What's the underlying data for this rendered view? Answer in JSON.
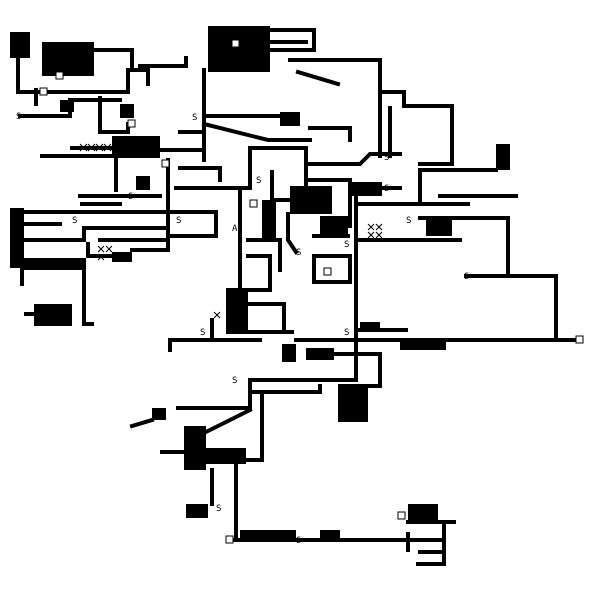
{
  "title": "",
  "colors": {
    "background": "#ffffff",
    "ink": "#000000"
  },
  "glyphs": {
    "start": "S",
    "terminal": "⊡",
    "hazard": "×"
  },
  "markers": [
    {
      "name": "marker-s-1",
      "glyph": "S"
    },
    {
      "name": "marker-s-2",
      "glyph": "S"
    },
    {
      "name": "marker-s-3",
      "glyph": "S"
    },
    {
      "name": "marker-s-4",
      "glyph": "S"
    },
    {
      "name": "marker-s-5",
      "glyph": "S"
    },
    {
      "name": "marker-s-6",
      "glyph": "S"
    },
    {
      "name": "marker-s-7",
      "glyph": "S"
    },
    {
      "name": "marker-s-8",
      "glyph": "S"
    },
    {
      "name": "marker-s-9",
      "glyph": "S"
    },
    {
      "name": "marker-s-10",
      "glyph": "S"
    },
    {
      "name": "marker-s-11",
      "glyph": "S"
    },
    {
      "name": "marker-s-12",
      "glyph": "S"
    },
    {
      "name": "marker-s-13",
      "glyph": "S"
    },
    {
      "name": "marker-s-14",
      "glyph": "S"
    },
    {
      "name": "marker-s-15",
      "glyph": "S"
    },
    {
      "name": "marker-s-16",
      "glyph": "S"
    },
    {
      "name": "marker-s-17",
      "glyph": "S"
    },
    {
      "name": "marker-s-18",
      "glyph": "S"
    },
    {
      "name": "marker-a-1",
      "glyph": "A"
    }
  ]
}
